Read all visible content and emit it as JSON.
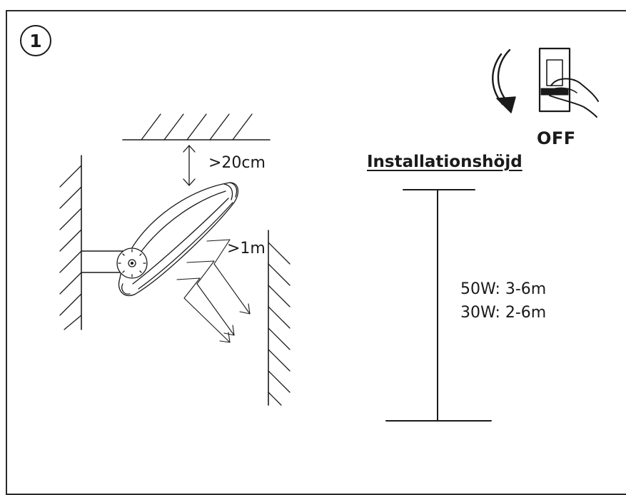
{
  "step": {
    "number": "1"
  },
  "switch": {
    "label": "OFF",
    "icon": "wall-switch-off-icon"
  },
  "clearances": {
    "top": ">20cm",
    "front": ">1m"
  },
  "mounting_height": {
    "title": "Installationshöjd",
    "lines": [
      "50W: 3-6m",
      "30W: 2-6m"
    ]
  },
  "colors": {
    "line": "#1a1a1a",
    "background": "#ffffff"
  }
}
